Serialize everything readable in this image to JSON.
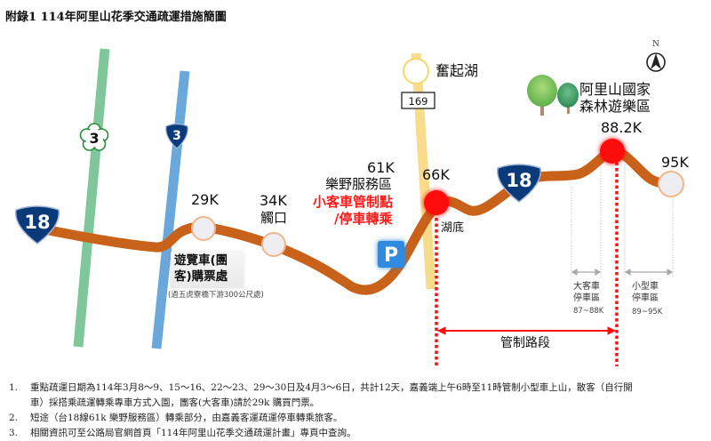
{
  "title": "附錄1  114年阿里山花季交通疏運措施簡圖",
  "compass": {
    "label": "N"
  },
  "routes": {
    "prov18_left": "18",
    "prov18_right": "18",
    "freeway3": "3",
    "prov3": "3",
    "county169": "169"
  },
  "places": {
    "fenqihu": "奮起湖",
    "alishan_line1": "阿里山國家",
    "alishan_line2": "森林遊樂區",
    "hudi": "湖底"
  },
  "km_markers": {
    "k29": "29K",
    "k34": "34K",
    "k34_name": "觸口",
    "k61": "61K",
    "k61_name": "樂野服務區",
    "k66": "66K",
    "k88": "88.2K",
    "k95": "95K"
  },
  "control_point": {
    "line1": "小客車管制點",
    "line2": "/停車轉乘"
  },
  "ticket": {
    "line1": "遊覽車(團",
    "line2": "客)購票處",
    "note": "(過五虎寮橋下游300公尺處)"
  },
  "parking_icon": "P",
  "bus_parking": {
    "line1": "大客車",
    "line2": "停車區",
    "range": "87~88K"
  },
  "car_parking": {
    "line1": "小型車",
    "line2": "停車區",
    "range": "89~95K"
  },
  "control_section": "管制路段",
  "colors": {
    "road18": "#c8621a",
    "freeway3": "#7fc79a",
    "prov3": "#6aa8dc",
    "county169": "#f8dc8c",
    "control_red": "#ff1010",
    "shield_blue": "#0b3a7a"
  },
  "notes": [
    {
      "num": "1.",
      "text": "重點疏運日期為114年3月8～9、15～16、22～23、29～30日及4月3～6日，共計12天，嘉義端上午6時至11時管制小型車上山，散客（自行開",
      "cont": "車）採搭乘疏運轉乘專車方式入園，團客(大客車)請於29k 購買門票。"
    },
    {
      "num": "2.",
      "text": "短途（台18線61k 樂野服務區）轉乘部分，由嘉義客運疏運停車轉乘旅客。"
    },
    {
      "num": "3.",
      "text": "相關資訊可至公路局官網首頁「114年阿里山花季交通疏運計畫」專頁中查詢。"
    }
  ]
}
